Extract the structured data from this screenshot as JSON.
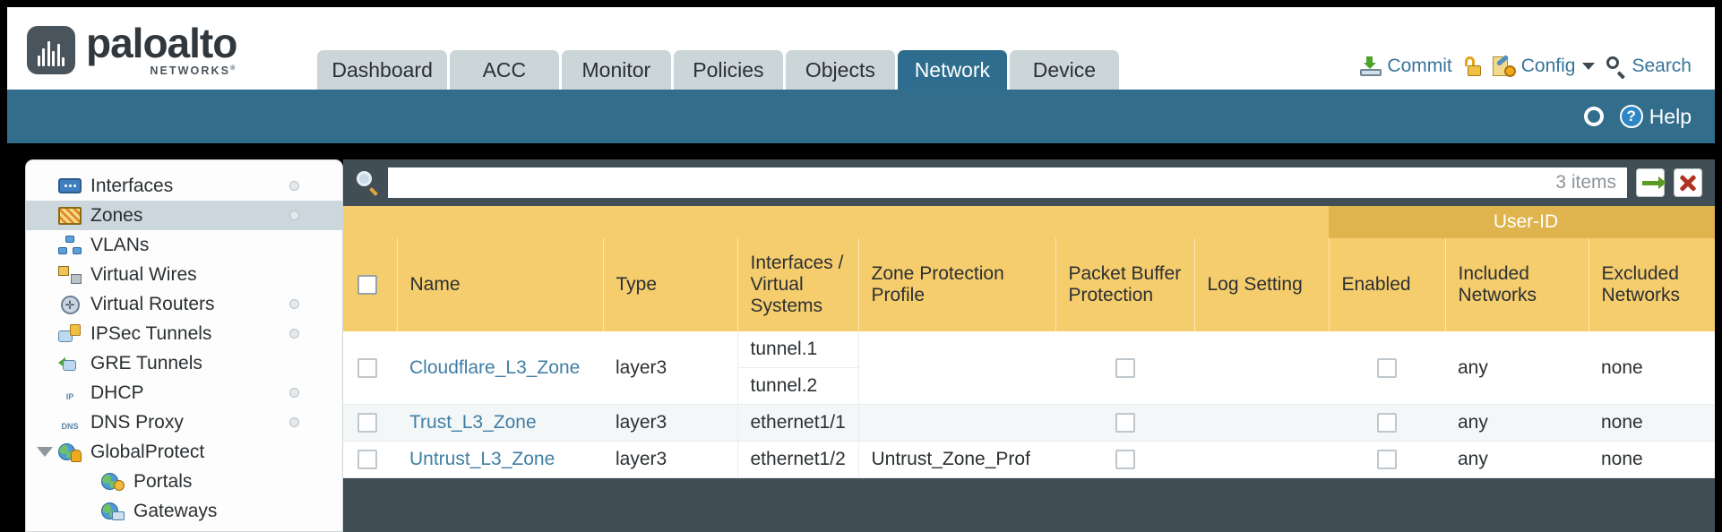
{
  "brand": {
    "name": "paloalto",
    "tagline": "NETWORKS",
    "registered": "®"
  },
  "tabs": [
    {
      "label": "Dashboard",
      "active": false
    },
    {
      "label": "ACC",
      "active": false
    },
    {
      "label": "Monitor",
      "active": false
    },
    {
      "label": "Policies",
      "active": false
    },
    {
      "label": "Objects",
      "active": false
    },
    {
      "label": "Network",
      "active": true
    },
    {
      "label": "Device",
      "active": false
    }
  ],
  "top_actions": {
    "commit": "Commit",
    "config": "Config",
    "search": "Search"
  },
  "band": {
    "help": "Help"
  },
  "sidebar": {
    "items": [
      {
        "label": "Interfaces",
        "icon": "interfaces-icon",
        "selected": false,
        "dot": true,
        "child": false,
        "expand": false
      },
      {
        "label": "Zones",
        "icon": "zones-icon",
        "selected": true,
        "dot": true,
        "child": false,
        "expand": false
      },
      {
        "label": "VLANs",
        "icon": "vlans-icon",
        "selected": false,
        "dot": false,
        "child": false,
        "expand": false
      },
      {
        "label": "Virtual Wires",
        "icon": "virtual-wires-icon",
        "selected": false,
        "dot": false,
        "child": false,
        "expand": false
      },
      {
        "label": "Virtual Routers",
        "icon": "virtual-routers-icon",
        "selected": false,
        "dot": true,
        "child": false,
        "expand": false
      },
      {
        "label": "IPSec Tunnels",
        "icon": "ipsec-tunnels-icon",
        "selected": false,
        "dot": true,
        "child": false,
        "expand": false
      },
      {
        "label": "GRE Tunnels",
        "icon": "gre-tunnels-icon",
        "selected": false,
        "dot": false,
        "child": false,
        "expand": false
      },
      {
        "label": "DHCP",
        "icon": "dhcp-icon",
        "selected": false,
        "dot": true,
        "child": false,
        "expand": false
      },
      {
        "label": "DNS Proxy",
        "icon": "dns-proxy-icon",
        "selected": false,
        "dot": true,
        "child": false,
        "expand": false
      },
      {
        "label": "GlobalProtect",
        "icon": "globalprotect-icon",
        "selected": false,
        "dot": false,
        "child": false,
        "expand": true
      },
      {
        "label": "Portals",
        "icon": "portals-icon",
        "selected": false,
        "dot": false,
        "child": true,
        "expand": false
      },
      {
        "label": "Gateways",
        "icon": "gateways-icon",
        "selected": false,
        "dot": false,
        "child": true,
        "expand": false
      }
    ]
  },
  "search": {
    "value": "",
    "placeholder": "",
    "items_count": "3 items"
  },
  "table": {
    "group_header": "User-ID",
    "columns": [
      "Name",
      "Type",
      "Interfaces / Virtual Systems",
      "Zone Protection Profile",
      "Packet Buffer Protection",
      "Log Setting",
      "Enabled",
      "Included Networks",
      "Excluded Networks"
    ],
    "rows": [
      {
        "name": "Cloudflare_L3_Zone",
        "type": "layer3",
        "interfaces": [
          "tunnel.1",
          "tunnel.2"
        ],
        "zone_protection_profile": "",
        "packet_buffer_protection": false,
        "log_setting": "",
        "userid_enabled": false,
        "included_networks": "any",
        "excluded_networks": "none"
      },
      {
        "name": "Trust_L3_Zone",
        "type": "layer3",
        "interfaces": [
          "ethernet1/1"
        ],
        "zone_protection_profile": "",
        "packet_buffer_protection": false,
        "log_setting": "",
        "userid_enabled": false,
        "included_networks": "any",
        "excluded_networks": "none"
      },
      {
        "name": "Untrust_L3_Zone",
        "type": "layer3",
        "interfaces": [
          "ethernet1/2"
        ],
        "zone_protection_profile": "Untrust_Zone_Prof",
        "packet_buffer_protection": false,
        "log_setting": "",
        "userid_enabled": false,
        "included_networks": "any",
        "excluded_networks": "none"
      }
    ]
  },
  "colors": {
    "brand_dark": "#4a545c",
    "tab_active": "#2f6d8f",
    "tab_inactive": "#ccd6d8",
    "band": "#336d8c",
    "table_header": "#f6cd6d",
    "table_group_header": "#dfb44e",
    "link": "#3f7fa5",
    "panel_bg": "#414e56"
  }
}
